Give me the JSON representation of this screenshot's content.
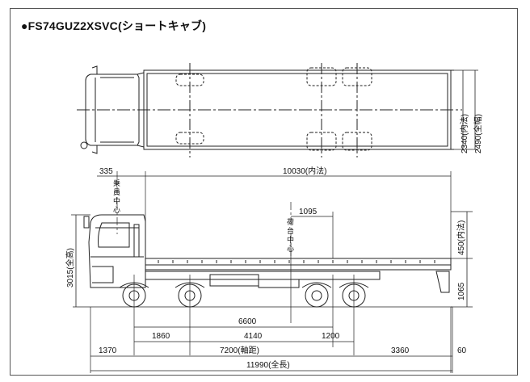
{
  "diagram": {
    "title": "●FS74GUZ2XSVC(ショートキャブ)",
    "top_view": {
      "width_inner": "2340(内法)",
      "width_overall": "2490(全幅)"
    },
    "side_view": {
      "cab_to_body": "335",
      "body_length_inner": "10030(内法)",
      "cargo_center_offset": "1095",
      "body_height_inner": "450(内法)",
      "floor_height": "1065",
      "overall_height": "3015(全高)",
      "front_axle_to_rear_center": "6600",
      "front_to_second_axle": "1860",
      "second_to_third_axle": "4140",
      "third_to_fourth_axle": "1200",
      "front_overhang": "1370",
      "wheelbase": "7200(軸距)",
      "rear_overhang": "3360",
      "rear_extension": "60",
      "overall_length": "11990(全長)",
      "occupant_center_label": [
        "乗",
        "員",
        "中",
        "心"
      ],
      "cargo_center_label": [
        "荷",
        "台",
        "中",
        "心"
      ]
    }
  }
}
